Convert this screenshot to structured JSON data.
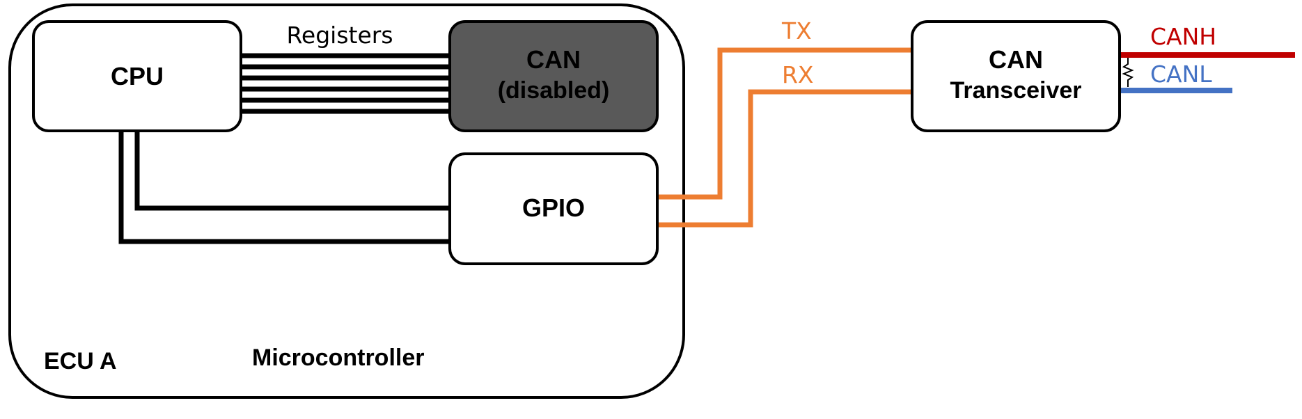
{
  "blocks": {
    "cpu": "CPU",
    "can_line1": "CAN",
    "can_line2": "(disabled)",
    "gpio": "GPIO",
    "transceiver_line1": "CAN",
    "transceiver_line2": "Transceiver"
  },
  "labels": {
    "registers": "Registers",
    "ecu": "ECU A",
    "microcontroller": "Microcontroller",
    "tx": "TX",
    "rx": "RX",
    "canh": "CANH",
    "canl": "CANL"
  },
  "colors": {
    "signal": "#ED7D31",
    "canh": "#C00000",
    "canl": "#4472C4",
    "disabled_fill": "#595959",
    "outline": "#000000"
  }
}
